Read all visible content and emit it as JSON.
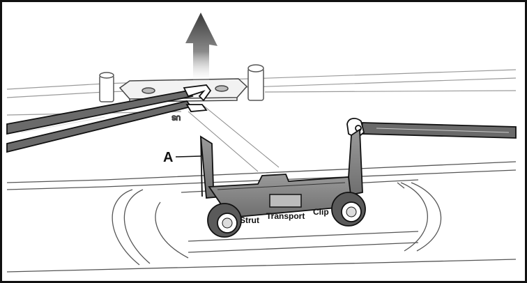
{
  "illustration": {
    "callout_label": "A",
    "clip_text": {
      "word1": "Strut",
      "word2": "Transport",
      "word3": "Clip"
    },
    "embossed_mark": "US",
    "colors": {
      "outline": "#111111",
      "light_line": "#9a9a9a",
      "clip_fill": "#7f7f7f",
      "clip_dark": "#4a4a4a",
      "tool_fill": "#5a5a5a",
      "arrow_top": "#3a3a3a",
      "arrow_bottom": "#ffffff"
    }
  }
}
